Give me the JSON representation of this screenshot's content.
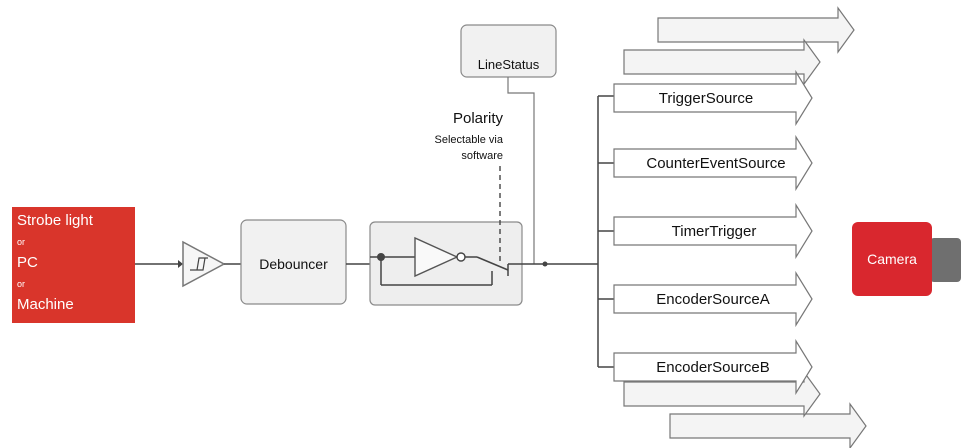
{
  "input_source": {
    "line1": "Strobe light",
    "or1": "or",
    "line2": "PC",
    "or2": "or",
    "line3": "Machine"
  },
  "debouncer": {
    "label": "Debouncer"
  },
  "line_status": {
    "label": "LineStatus"
  },
  "polarity": {
    "title": "Polarity",
    "note_line1": "Selectable via",
    "note_line2": "software"
  },
  "outputs": [
    {
      "label": "TriggerSource"
    },
    {
      "label": "CounterEventSource"
    },
    {
      "label": "TimerTrigger"
    },
    {
      "label": "EncoderSourceA"
    },
    {
      "label": "EncoderSourceB"
    }
  ],
  "camera": {
    "label": "Camera"
  },
  "colors": {
    "source_red": "#d9352b",
    "camera_red": "#d9272e",
    "camera_lens": "#6f6f6f",
    "box_fill": "#f1f1f1",
    "box_stroke": "#8a8a8a",
    "line": "#444444"
  }
}
